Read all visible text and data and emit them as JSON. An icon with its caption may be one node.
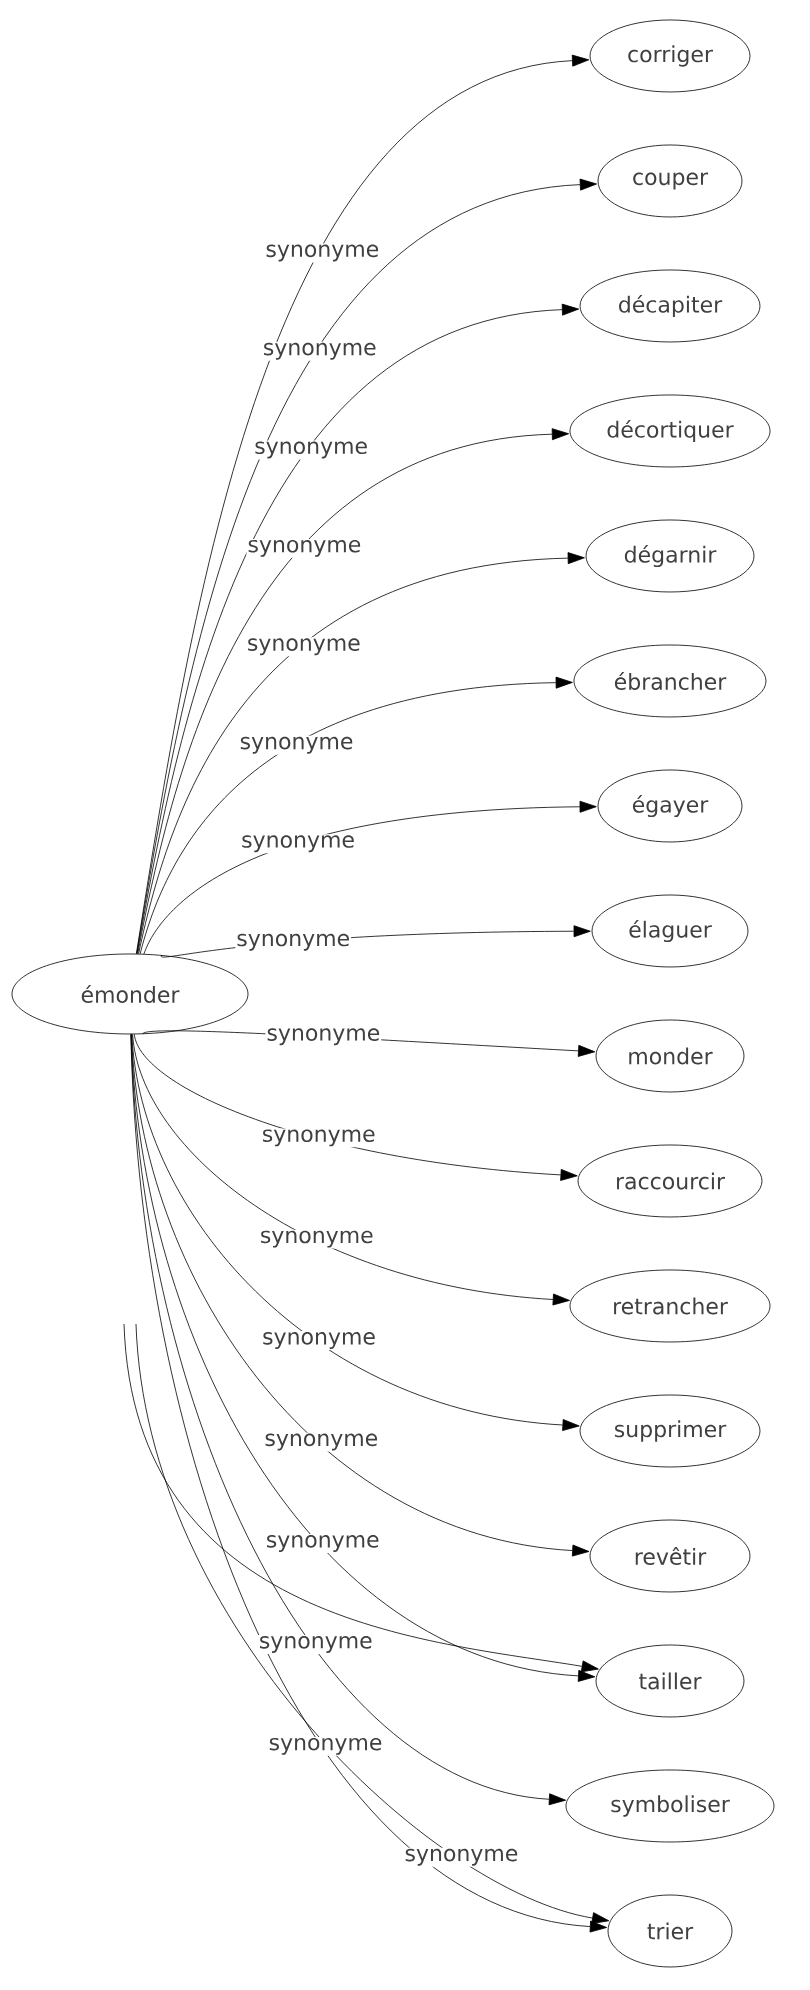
{
  "diagram": {
    "nodes": [
      {
        "text": [
          "émonder"
        ]
      },
      {
        "text": [
          "corriger"
        ]
      },
      {
        "text": [
          "couper"
        ]
      },
      {
        "text": [
          "décapiter"
        ]
      },
      {
        "text": [
          "décortiquer"
        ]
      },
      {
        "text": [
          "dégarnir"
        ]
      },
      {
        "text": [
          "ébrancher"
        ]
      },
      {
        "text": [
          "égayer"
        ]
      },
      {
        "text": [
          "élaguer"
        ]
      },
      {
        "text": [
          "monder"
        ]
      },
      {
        "text": [
          "raccourcir"
        ]
      },
      {
        "text": [
          "retrancher"
        ]
      },
      {
        "text": [
          "supprimer"
        ]
      },
      {
        "text": [
          "revêtir"
        ]
      },
      {
        "text": [
          "tailler"
        ]
      },
      {
        "text": [
          "symboliser"
        ]
      },
      {
        "text": [
          "trier"
        ]
      }
    ],
    "edges": [
      {
        "from": 0,
        "to": 1,
        "arrow": "to",
        "label": "synonyme"
      },
      {
        "from": 0,
        "to": 2,
        "arrow": "to",
        "label": "synonyme"
      },
      {
        "from": 0,
        "to": 3,
        "arrow": "to",
        "label": "synonyme"
      },
      {
        "from": 0,
        "to": 4,
        "arrow": "to",
        "label": "synonyme"
      },
      {
        "from": 0,
        "to": 5,
        "arrow": "to",
        "label": "synonyme"
      },
      {
        "from": 0,
        "to": 6,
        "arrow": "to",
        "label": "synonyme"
      },
      {
        "from": 0,
        "to": 7,
        "arrow": "to",
        "label": "synonyme"
      },
      {
        "from": 0,
        "to": 8,
        "arrow": "to",
        "label": "synonyme"
      },
      {
        "from": 0,
        "to": 9,
        "arrow": "to",
        "label": "synonyme"
      },
      {
        "from": 0,
        "to": 10,
        "arrow": "to",
        "label": "synonyme"
      },
      {
        "from": 0,
        "to": 11,
        "arrow": "to",
        "label": "synonyme"
      },
      {
        "from": 0,
        "to": 12,
        "arrow": "to",
        "label": "synonyme"
      },
      {
        "from": 0,
        "to": 13,
        "arrow": "to",
        "label": "synonyme"
      },
      {
        "from": 0,
        "to": 14,
        "arrow": "to",
        "label": "synonyme"
      },
      {
        "from": 0,
        "to": 15,
        "arrow": "to",
        "label": "synonyme"
      },
      {
        "from": 0,
        "to": 16,
        "arrow": "to",
        "label": "synonyme"
      },
      {
        "from": null,
        "to": 14,
        "arrow": "to"
      },
      {
        "from": null,
        "to": 16,
        "arrow": "to",
        "label": "synonyme"
      }
    ]
  }
}
